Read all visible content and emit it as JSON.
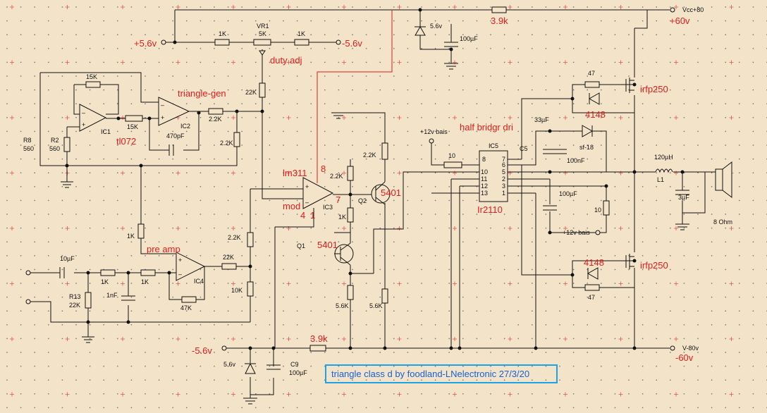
{
  "title": "triangle class d by foodland-LNelectronic 27/3/20",
  "supply": {
    "vcc_label": "Vcc+80",
    "vee_label": "V-80v",
    "pos_rail": "+60v",
    "neg_rail": "-60v",
    "pos_ref": "+5.6v",
    "pos_ref_out": "-5.6v",
    "neg_ref": "-5.6v"
  },
  "annotations": {
    "duty_adj": "duty adj",
    "triangle_gen": "triangle-gen",
    "tl072": "tl072",
    "lm311": "lm311",
    "mod": "mod",
    "pre_amp": "pre amp",
    "half_bridge": "half bridgr dri",
    "ir2110": "Ir2110",
    "q2_type": "5401",
    "q1_type": "5401",
    "irfp_top": "irfp250",
    "irfp_bottom": "irfp250",
    "d_top": "4148",
    "d_bottom": "4148",
    "r_top_39k": "3.9k",
    "r_bot_39k": "3.9k",
    "pin8": "8",
    "pin7": "7",
    "pin4": "4",
    "pin1": "1"
  },
  "components": {
    "R15K_top": "15K",
    "R15K_mid": "15K",
    "R8": "R8",
    "R8_val": "560",
    "R2": "R2",
    "R2_val": "560",
    "IC1": "IC1",
    "IC2": "IC2",
    "IC3": "IC3",
    "IC4": "IC4",
    "IC5": "IC5",
    "C470p": "470pF",
    "R22_a": "2.2K",
    "R22_b": "2.2K",
    "R1K_a": "1K",
    "VR1": "VR1",
    "VR1_val": "5K",
    "R1K_b": "1K",
    "R22K": "22K",
    "Rfb_22": "2.2K",
    "R1K_pre": "1K",
    "R22_bias": "2.2K",
    "R10K": "10K",
    "R22K_pre": "22K",
    "R47K": "47K",
    "C10u": "10µF",
    "R1K_in1": "1K",
    "R1K_in2": "1K",
    "R13": "R13",
    "R13_val": "22K",
    "C1n": "1nF",
    "Q2": "Q2",
    "Q1": "Q1",
    "R22_q2": "2.2K",
    "R22_q2b": "2.2K",
    "R1K_q": "1K",
    "R56_a": "5.6K",
    "R56_b": "5.6K",
    "Z_top": "5.6v",
    "C_top": "100µF",
    "Z_bot": "5.6v",
    "C9": "C9",
    "C9_val": "100µF",
    "R10_in": "10",
    "bias_top": "+12v bais",
    "bias_bot": "+12v bais",
    "C5": "C5",
    "C33u": "33µF",
    "C100n": "100nF",
    "D_sf": "sf-18",
    "C100u_mid": "100µF",
    "R10_mid": "10",
    "R47_top": "47",
    "R47_bot": "47",
    "L_val": "120µH",
    "L1": "L1",
    "C3u": "3µF",
    "spk": "8 Ohm",
    "pins_left": [
      "8",
      "10",
      "11",
      "12",
      "13"
    ],
    "pins_right": [
      "7",
      "6",
      "5",
      "2",
      "3",
      "1"
    ]
  }
}
